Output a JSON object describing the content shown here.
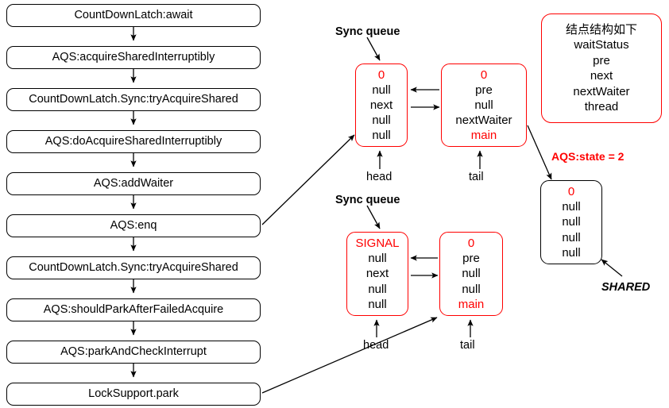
{
  "diagram": {
    "title_note": "CountDownLatch await AQS sync queue diagram",
    "colors": {
      "node_border_red": "#ff0000",
      "node_border_black": "#000000",
      "text_black": "#000000",
      "text_red": "#ff0000"
    }
  },
  "flow": {
    "steps": [
      {
        "label": "CountDownLatch:await"
      },
      {
        "label": "AQS:acquireSharedInterruptibly"
      },
      {
        "label": "CountDownLatch.Sync:tryAcquireShared"
      },
      {
        "label": "AQS:doAcquireSharedInterruptibly"
      },
      {
        "label": "AQS:addWaiter"
      },
      {
        "label": "AQS:enq"
      },
      {
        "label": "CountDownLatch.Sync:tryAcquireShared"
      },
      {
        "label": "AQS:shouldParkAfterFailedAcquire"
      },
      {
        "label": "AQS:parkAndCheckInterrupt"
      },
      {
        "label": "LockSupport.park"
      }
    ]
  },
  "queues": [
    {
      "caption": "Sync queue",
      "head_label": "head",
      "tail_label": "tail",
      "head_node": {
        "fields": [
          {
            "text": "0",
            "color": "red"
          },
          {
            "text": "null",
            "color": "black"
          },
          {
            "text": "next",
            "color": "black"
          },
          {
            "text": "null",
            "color": "black"
          },
          {
            "text": "null",
            "color": "black"
          }
        ]
      },
      "tail_node": {
        "fields": [
          {
            "text": "0",
            "color": "red"
          },
          {
            "text": "pre",
            "color": "black"
          },
          {
            "text": "null",
            "color": "black"
          },
          {
            "text": "nextWaiter",
            "color": "black"
          },
          {
            "text": "main",
            "color": "red"
          }
        ]
      }
    },
    {
      "caption": "Sync queue",
      "head_label": "head",
      "tail_label": "tail",
      "head_node": {
        "fields": [
          {
            "text": "SIGNAL",
            "color": "red"
          },
          {
            "text": "null",
            "color": "black"
          },
          {
            "text": "next",
            "color": "black"
          },
          {
            "text": "null",
            "color": "black"
          },
          {
            "text": "null",
            "color": "black"
          }
        ]
      },
      "tail_node": {
        "fields": [
          {
            "text": "0",
            "color": "red"
          },
          {
            "text": "pre",
            "color": "black"
          },
          {
            "text": "null",
            "color": "black"
          },
          {
            "text": "null",
            "color": "black"
          },
          {
            "text": "main",
            "color": "red"
          }
        ]
      }
    }
  ],
  "legend": {
    "title": "结点结构如下",
    "fields": [
      "waitStatus",
      "pre",
      "next",
      "nextWaiter",
      "thread"
    ]
  },
  "shared": {
    "state_label": "AQS:state = 2",
    "shared_label": "SHARED",
    "node": {
      "fields": [
        {
          "text": "0",
          "color": "red"
        },
        {
          "text": "null",
          "color": "black"
        },
        {
          "text": "null",
          "color": "black"
        },
        {
          "text": "null",
          "color": "black"
        },
        {
          "text": "null",
          "color": "black"
        }
      ]
    }
  }
}
